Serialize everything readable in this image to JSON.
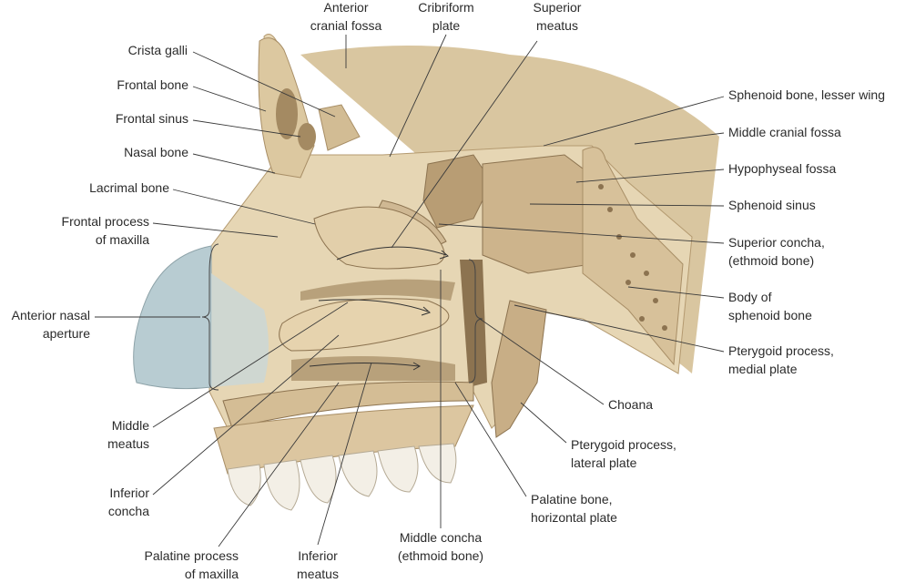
{
  "figure": {
    "labels": [
      {
        "id": "anterior-cranial-fossa",
        "lines": [
          "Anterior",
          "cranial fossa"
        ]
      },
      {
        "id": "cribriform-plate",
        "lines": [
          "Cribriform",
          "plate"
        ]
      },
      {
        "id": "superior-meatus",
        "lines": [
          "Superior",
          "meatus"
        ]
      },
      {
        "id": "crista-galli",
        "lines": [
          "Crista galli"
        ]
      },
      {
        "id": "frontal-bone",
        "lines": [
          "Frontal bone"
        ]
      },
      {
        "id": "frontal-sinus",
        "lines": [
          "Frontal sinus"
        ]
      },
      {
        "id": "nasal-bone",
        "lines": [
          "Nasal bone"
        ]
      },
      {
        "id": "lacrimal-bone",
        "lines": [
          "Lacrimal bone"
        ]
      },
      {
        "id": "frontal-process-of-maxilla",
        "lines": [
          "Frontal process",
          "of maxilla"
        ]
      },
      {
        "id": "anterior-nasal-aperture",
        "lines": [
          "Anterior nasal",
          "aperture"
        ]
      },
      {
        "id": "middle-meatus",
        "lines": [
          "Middle",
          "meatus"
        ]
      },
      {
        "id": "inferior-concha",
        "lines": [
          "Inferior",
          "concha"
        ]
      },
      {
        "id": "palatine-process-of-maxilla",
        "lines": [
          "Palatine process",
          "of maxilla"
        ]
      },
      {
        "id": "inferior-meatus",
        "lines": [
          "Inferior",
          "meatus"
        ]
      },
      {
        "id": "middle-concha",
        "lines": [
          "Middle concha",
          "(ethmoid bone)"
        ]
      },
      {
        "id": "palatine-bone-horizontal-plate",
        "lines": [
          "Palatine bone,",
          "horizontal plate"
        ]
      },
      {
        "id": "pterygoid-lateral-plate",
        "lines": [
          "Pterygoid process,",
          "lateral plate"
        ]
      },
      {
        "id": "choana",
        "lines": [
          "Choana"
        ]
      },
      {
        "id": "pterygoid-medial-plate",
        "lines": [
          "Pterygoid process,",
          "medial plate"
        ]
      },
      {
        "id": "body-of-sphenoid",
        "lines": [
          "Body of",
          "sphenoid bone"
        ]
      },
      {
        "id": "superior-concha",
        "lines": [
          "Superior concha,",
          "(ethmoid bone)"
        ]
      },
      {
        "id": "sphenoid-sinus",
        "lines": [
          "Sphenoid sinus"
        ]
      },
      {
        "id": "hypophyseal-fossa",
        "lines": [
          "Hypophyseal fossa"
        ]
      },
      {
        "id": "middle-cranial-fossa",
        "lines": [
          "Middle cranial fossa"
        ]
      },
      {
        "id": "sphenoid-lesser-wing",
        "lines": [
          "Sphenoid bone, lesser wing"
        ]
      }
    ]
  },
  "colors": {
    "bone": "#e6d6b4",
    "bone_dark": "#c8b088",
    "cavity": "#a48a62",
    "aperture": "#b8ccd2",
    "teeth": "#f3efe6",
    "line": "#3a3a3a",
    "text": "#2b2b2b"
  }
}
